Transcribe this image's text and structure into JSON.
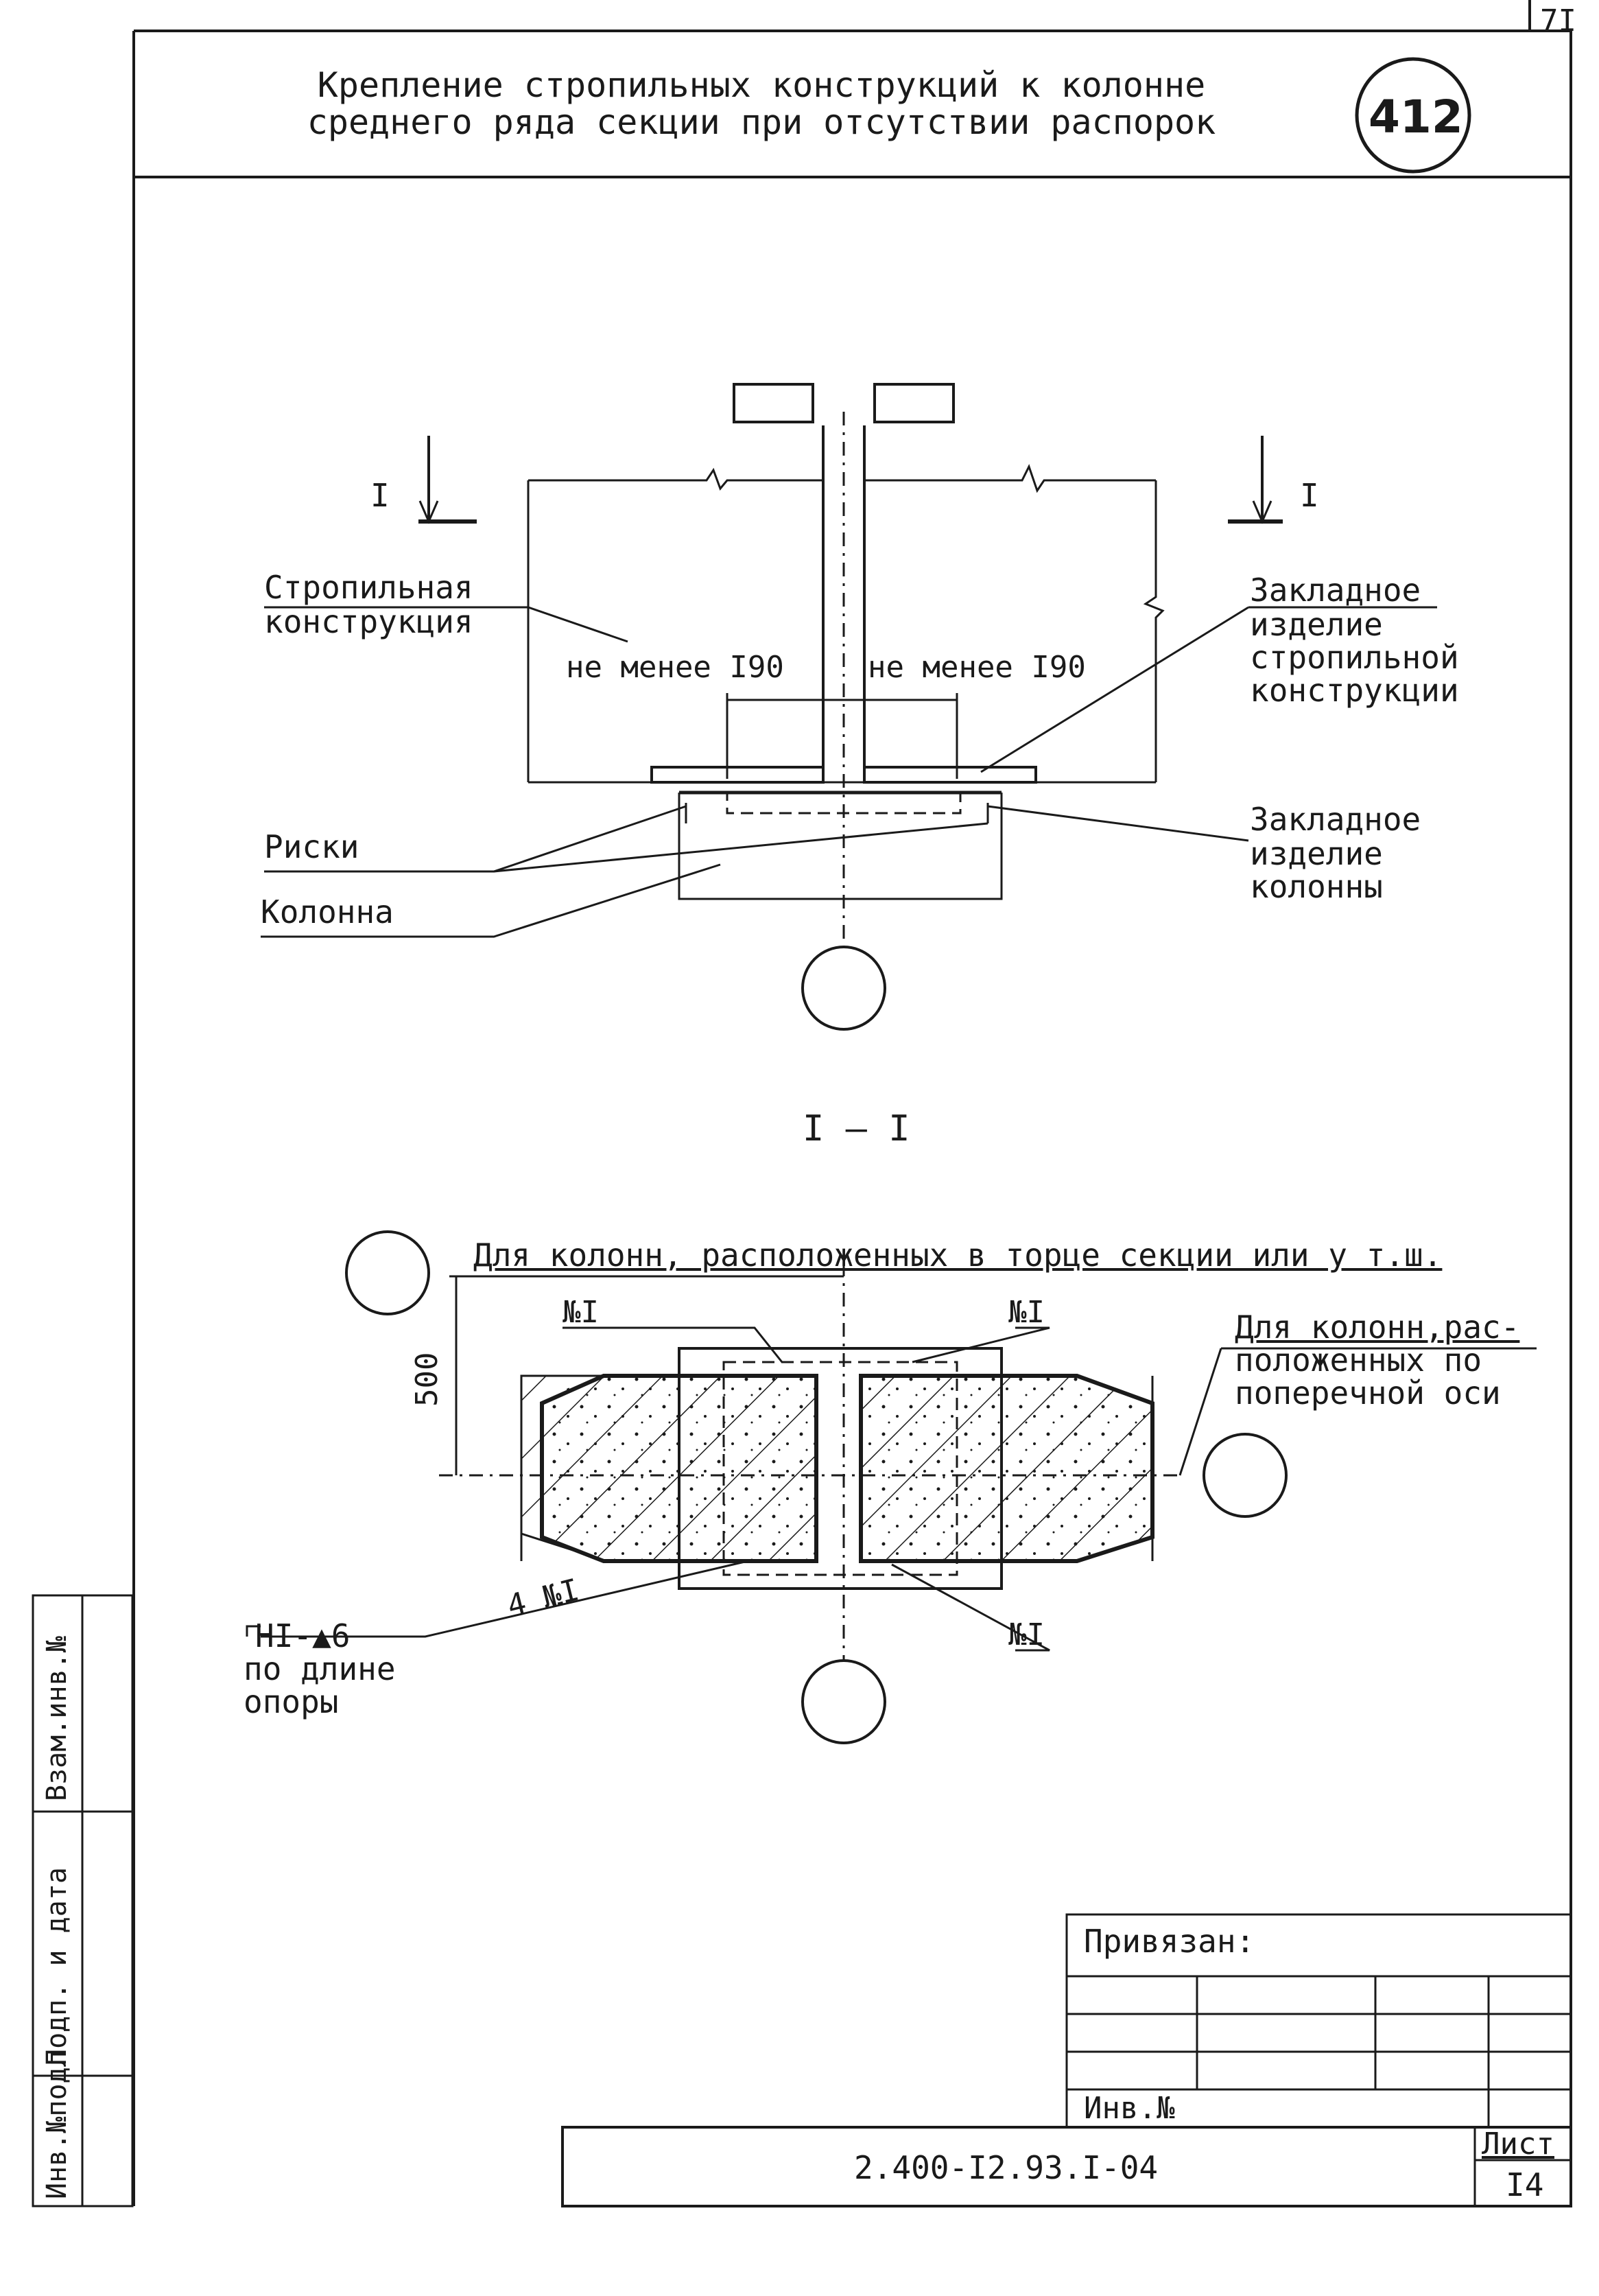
{
  "page_number": "7I",
  "title": {
    "line1": "Крепление стропильных конструкций к колонне",
    "line2": "среднего ряда секции при отсутствии распорок",
    "badge": "412"
  },
  "plan": {
    "section_mark_left": "I",
    "section_mark_right": "I",
    "label_truss_1": "Стропильная",
    "label_truss_2": "конструкция",
    "dim_left": "не менее I90",
    "dim_right": "не менее I90",
    "label_embed_truss_1": "Закладное",
    "label_embed_truss_2": "изделие",
    "label_embed_truss_3": "стропильной",
    "label_embed_truss_4": "конструкции",
    "label_marks": "Риски",
    "label_column": "Колонна",
    "label_embed_col_1": "Закладное",
    "label_embed_col_2": "изделие",
    "label_embed_col_3": "колонны"
  },
  "section": {
    "title": "I – I",
    "note_top": "Для колонн, расположенных в торце секции или у т.ш.",
    "note_right_1": "Для колонн,рас-",
    "note_right_2": "положенных по",
    "note_right_3": "поперечной оси",
    "dim_500": "500",
    "part_no1_tl": "№I",
    "part_no1_tr": "№I",
    "part_no1_br": "№I",
    "part_4_no1": "4 №I",
    "weld_1": "HI-▲6",
    "weld_2": "по длине",
    "weld_3": "опоры"
  },
  "side_stamp": {
    "col1": "Инв.№подл",
    "col2": "Подп. и дата",
    "col3": "Взам.инв.№"
  },
  "stamp": {
    "bound": "Привязан:",
    "inv": "Инв.№",
    "code": "2.400-I2.93.I-04",
    "sheet_label": "Лист",
    "sheet_no": "I4"
  }
}
